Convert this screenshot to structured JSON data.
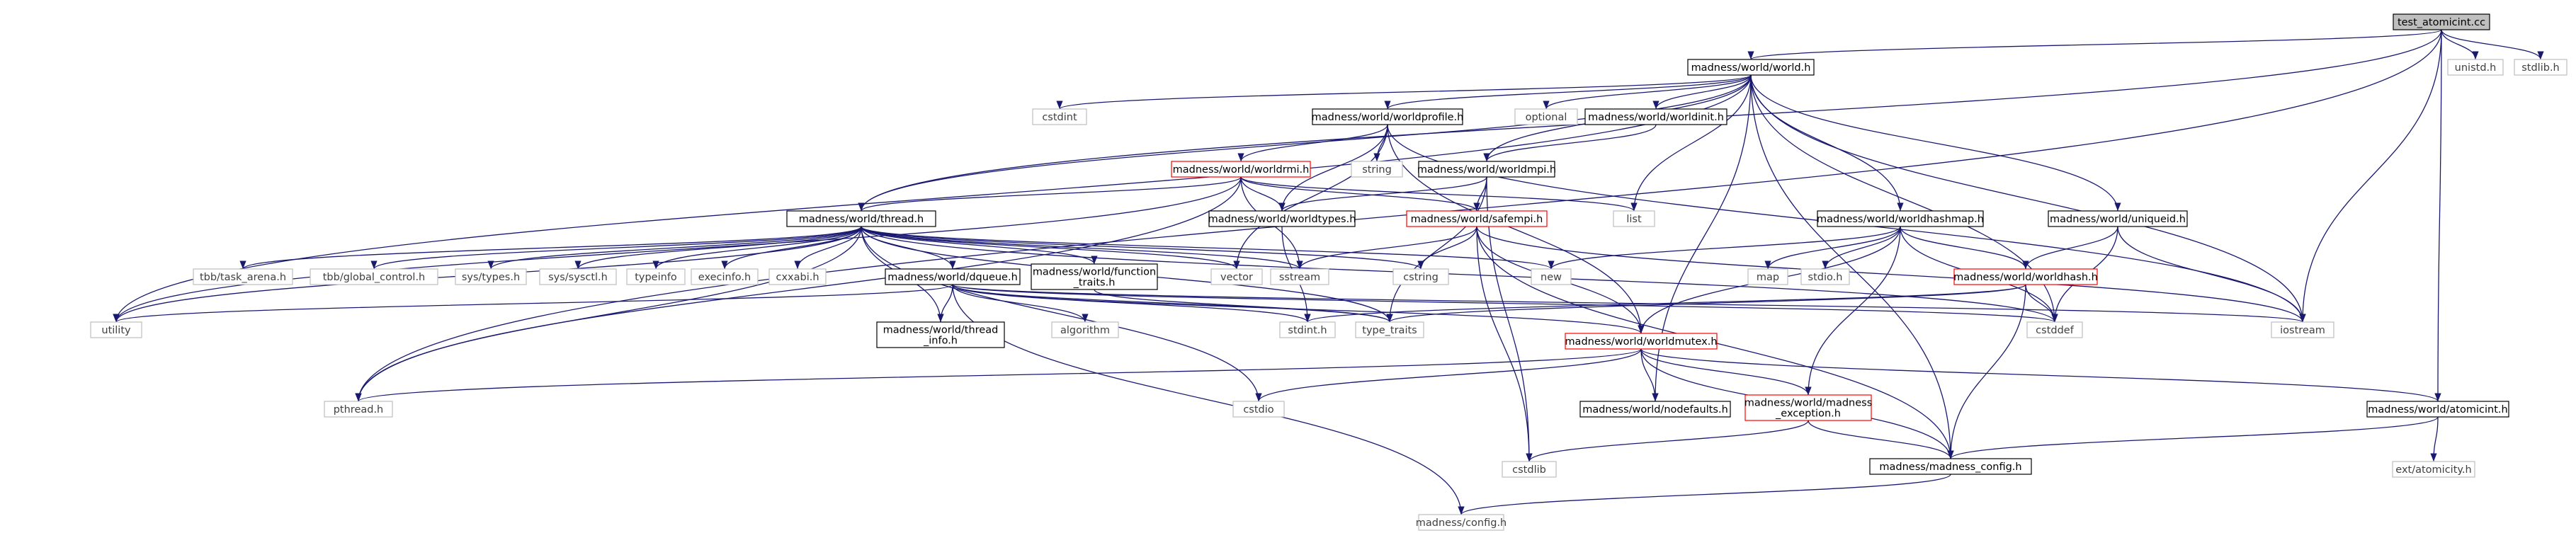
{
  "diagram": {
    "colors": {
      "edge": "#191970",
      "node_border_dark": "#000000",
      "node_border_grey": "#bfbfbf",
      "node_border_red": "#ff0000",
      "root_fill": "#bfbfbf",
      "text_dark": "#000000",
      "text_grey": "#404040"
    },
    "nodes": [
      {
        "id": "root",
        "lines": [
          "test_atomicint.cc"
        ],
        "style": "root"
      },
      {
        "id": "world_h",
        "lines": [
          "madness/world/world.h"
        ],
        "style": "dark"
      },
      {
        "id": "unistd",
        "lines": [
          "unistd.h"
        ],
        "style": "grey"
      },
      {
        "id": "stdlib",
        "lines": [
          "stdlib.h"
        ],
        "style": "grey"
      },
      {
        "id": "cstdint",
        "lines": [
          "cstdint"
        ],
        "style": "grey"
      },
      {
        "id": "worldprofile",
        "lines": [
          "madness/world/worldprofile.h"
        ],
        "style": "dark"
      },
      {
        "id": "optional",
        "lines": [
          "optional"
        ],
        "style": "grey"
      },
      {
        "id": "worldinit",
        "lines": [
          "madness/world/worldinit.h"
        ],
        "style": "dark"
      },
      {
        "id": "worldrmi",
        "lines": [
          "madness/world/worldrmi.h"
        ],
        "style": "red"
      },
      {
        "id": "string",
        "lines": [
          "string"
        ],
        "style": "grey"
      },
      {
        "id": "worldmpi",
        "lines": [
          "madness/world/worldmpi.h"
        ],
        "style": "dark"
      },
      {
        "id": "list",
        "lines": [
          "list"
        ],
        "style": "grey"
      },
      {
        "id": "thread",
        "lines": [
          "madness/world/thread.h"
        ],
        "style": "dark"
      },
      {
        "id": "worldtypes",
        "lines": [
          "madness/world/worldtypes.h"
        ],
        "style": "dark"
      },
      {
        "id": "safempi",
        "lines": [
          "madness/world/safempi.h"
        ],
        "style": "red"
      },
      {
        "id": "worldhashmap",
        "lines": [
          "madness/world/worldhashmap.h"
        ],
        "style": "dark"
      },
      {
        "id": "uniqueid",
        "lines": [
          "madness/world/uniqueid.h"
        ],
        "style": "dark"
      },
      {
        "id": "tbb_task_arena",
        "lines": [
          "tbb/task_arena.h"
        ],
        "style": "grey"
      },
      {
        "id": "tbb_global",
        "lines": [
          "tbb/global_control.h"
        ],
        "style": "grey"
      },
      {
        "id": "sys_types",
        "lines": [
          "sys/types.h"
        ],
        "style": "grey"
      },
      {
        "id": "sys_sysctl",
        "lines": [
          "sys/sysctl.h"
        ],
        "style": "grey"
      },
      {
        "id": "typeinfo",
        "lines": [
          "typeinfo"
        ],
        "style": "grey"
      },
      {
        "id": "execinfo",
        "lines": [
          "execinfo.h"
        ],
        "style": "grey"
      },
      {
        "id": "cxxabi",
        "lines": [
          "cxxabi.h"
        ],
        "style": "grey"
      },
      {
        "id": "dqueue",
        "lines": [
          "madness/world/dqueue.h"
        ],
        "style": "dark"
      },
      {
        "id": "function_traits",
        "lines": [
          "madness/world/function",
          "_traits.h"
        ],
        "style": "dark"
      },
      {
        "id": "vector",
        "lines": [
          "vector"
        ],
        "style": "grey"
      },
      {
        "id": "sstream",
        "lines": [
          "sstream"
        ],
        "style": "grey"
      },
      {
        "id": "cstring",
        "lines": [
          "cstring"
        ],
        "style": "grey"
      },
      {
        "id": "new",
        "lines": [
          "new"
        ],
        "style": "grey"
      },
      {
        "id": "map",
        "lines": [
          "map"
        ],
        "style": "grey"
      },
      {
        "id": "stdio",
        "lines": [
          "stdio.h"
        ],
        "style": "grey"
      },
      {
        "id": "worldhash",
        "lines": [
          "madness/world/worldhash.h"
        ],
        "style": "red"
      },
      {
        "id": "utility",
        "lines": [
          "utility"
        ],
        "style": "grey"
      },
      {
        "id": "thread_info",
        "lines": [
          "madness/world/thread",
          "_info.h"
        ],
        "style": "dark"
      },
      {
        "id": "algorithm",
        "lines": [
          "algorithm"
        ],
        "style": "grey"
      },
      {
        "id": "stdint",
        "lines": [
          "stdint.h"
        ],
        "style": "grey"
      },
      {
        "id": "type_traits",
        "lines": [
          "type_traits"
        ],
        "style": "grey"
      },
      {
        "id": "worldmutex",
        "lines": [
          "madness/world/worldmutex.h"
        ],
        "style": "red"
      },
      {
        "id": "cstddef",
        "lines": [
          "cstddef"
        ],
        "style": "grey"
      },
      {
        "id": "iostream",
        "lines": [
          "iostream"
        ],
        "style": "grey"
      },
      {
        "id": "pthread",
        "lines": [
          "pthread.h"
        ],
        "style": "grey"
      },
      {
        "id": "cstdio",
        "lines": [
          "cstdio"
        ],
        "style": "grey"
      },
      {
        "id": "nodefaults",
        "lines": [
          "madness/world/nodefaults.h"
        ],
        "style": "dark"
      },
      {
        "id": "madness_exception",
        "lines": [
          "madness/world/madness",
          "_exception.h"
        ],
        "style": "red"
      },
      {
        "id": "atomicint",
        "lines": [
          "madness/world/atomicint.h"
        ],
        "style": "dark"
      },
      {
        "id": "cstdlib",
        "lines": [
          "cstdlib"
        ],
        "style": "grey"
      },
      {
        "id": "madness_config",
        "lines": [
          "madness/madness_config.h"
        ],
        "style": "dark"
      },
      {
        "id": "atomicity",
        "lines": [
          "ext/atomicity.h"
        ],
        "style": "grey"
      },
      {
        "id": "config",
        "lines": [
          "madness/config.h"
        ],
        "style": "grey"
      }
    ],
    "edges": [
      [
        "root",
        "world_h"
      ],
      [
        "root",
        "unistd"
      ],
      [
        "root",
        "stdlib"
      ],
      [
        "root",
        "iostream"
      ],
      [
        "root",
        "atomicint"
      ],
      [
        "root",
        "thread"
      ],
      [
        "root",
        "pthread"
      ],
      [
        "world_h",
        "cstdint"
      ],
      [
        "world_h",
        "worldprofile"
      ],
      [
        "world_h",
        "optional"
      ],
      [
        "world_h",
        "worldinit"
      ],
      [
        "world_h",
        "worldmpi"
      ],
      [
        "world_h",
        "list"
      ],
      [
        "world_h",
        "thread"
      ],
      [
        "world_h",
        "worldhashmap"
      ],
      [
        "world_h",
        "uniqueid"
      ],
      [
        "world_h",
        "utility"
      ],
      [
        "world_h",
        "nodefaults"
      ],
      [
        "world_h",
        "iostream"
      ],
      [
        "world_h",
        "cstddef"
      ],
      [
        "world_h",
        "madness_config"
      ],
      [
        "worldprofile",
        "worldrmi"
      ],
      [
        "worldprofile",
        "string"
      ],
      [
        "worldprofile",
        "worldtypes"
      ],
      [
        "worldprofile",
        "worldmutex"
      ],
      [
        "worldprofile",
        "vector"
      ],
      [
        "worldprofile",
        "iostream"
      ],
      [
        "worldinit",
        "worldmpi"
      ],
      [
        "worldrmi",
        "thread"
      ],
      [
        "worldrmi",
        "worldtypes"
      ],
      [
        "worldrmi",
        "safempi"
      ],
      [
        "worldrmi",
        "list"
      ],
      [
        "worldrmi",
        "sstream"
      ],
      [
        "worldrmi",
        "utility"
      ],
      [
        "worldrmi",
        "pthread"
      ],
      [
        "worldmpi",
        "worldtypes"
      ],
      [
        "worldmpi",
        "safempi"
      ],
      [
        "worldmpi",
        "type_traits"
      ],
      [
        "worldmpi",
        "cstdlib"
      ],
      [
        "thread",
        "tbb_task_arena"
      ],
      [
        "thread",
        "tbb_global"
      ],
      [
        "thread",
        "sys_types"
      ],
      [
        "thread",
        "sys_sysctl"
      ],
      [
        "thread",
        "typeinfo"
      ],
      [
        "thread",
        "execinfo"
      ],
      [
        "thread",
        "cxxabi"
      ],
      [
        "thread",
        "dqueue"
      ],
      [
        "thread",
        "function_traits"
      ],
      [
        "thread",
        "vector"
      ],
      [
        "thread",
        "sstream"
      ],
      [
        "thread",
        "cstring"
      ],
      [
        "thread",
        "new"
      ],
      [
        "thread",
        "cstddef"
      ],
      [
        "thread",
        "thread_info"
      ],
      [
        "thread",
        "pthread"
      ],
      [
        "thread",
        "cstdio"
      ],
      [
        "thread",
        "type_traits"
      ],
      [
        "thread",
        "utility"
      ],
      [
        "worldtypes",
        "stdint"
      ],
      [
        "safempi",
        "sstream"
      ],
      [
        "safempi",
        "cstring"
      ],
      [
        "safempi",
        "worldmutex"
      ],
      [
        "safempi",
        "cstdlib"
      ],
      [
        "safempi",
        "madness_config"
      ],
      [
        "safempi",
        "iostream"
      ],
      [
        "worldhashmap",
        "new"
      ],
      [
        "worldhashmap",
        "map"
      ],
      [
        "worldhashmap",
        "stdio"
      ],
      [
        "worldhashmap",
        "worldhash"
      ],
      [
        "worldhashmap",
        "worldmutex"
      ],
      [
        "worldhashmap",
        "madness_exception"
      ],
      [
        "worldhashmap",
        "cstddef"
      ],
      [
        "uniqueid",
        "worldhash"
      ],
      [
        "uniqueid",
        "cstddef"
      ],
      [
        "uniqueid",
        "iostream"
      ],
      [
        "worldhash",
        "type_traits"
      ],
      [
        "worldhash",
        "stdint"
      ],
      [
        "worldhash",
        "cstddef"
      ],
      [
        "worldhash",
        "madness_config"
      ],
      [
        "dqueue",
        "utility"
      ],
      [
        "dqueue",
        "thread_info"
      ],
      [
        "dqueue",
        "algorithm"
      ],
      [
        "dqueue",
        "stdint"
      ],
      [
        "dqueue",
        "type_traits"
      ],
      [
        "dqueue",
        "worldmutex"
      ],
      [
        "dqueue",
        "iostream"
      ],
      [
        "dqueue",
        "config"
      ],
      [
        "dqueue",
        "cstddef"
      ],
      [
        "function_traits",
        "type_traits"
      ],
      [
        "worldmutex",
        "pthread"
      ],
      [
        "worldmutex",
        "cstdio"
      ],
      [
        "worldmutex",
        "nodefaults"
      ],
      [
        "worldmutex",
        "madness_exception"
      ],
      [
        "worldmutex",
        "atomicint"
      ],
      [
        "worldmutex",
        "madness_config"
      ],
      [
        "madness_exception",
        "cstdlib"
      ],
      [
        "madness_exception",
        "madness_config"
      ],
      [
        "atomicint",
        "atomicity"
      ],
      [
        "atomicint",
        "madness_config"
      ],
      [
        "madness_config",
        "config"
      ]
    ]
  }
}
